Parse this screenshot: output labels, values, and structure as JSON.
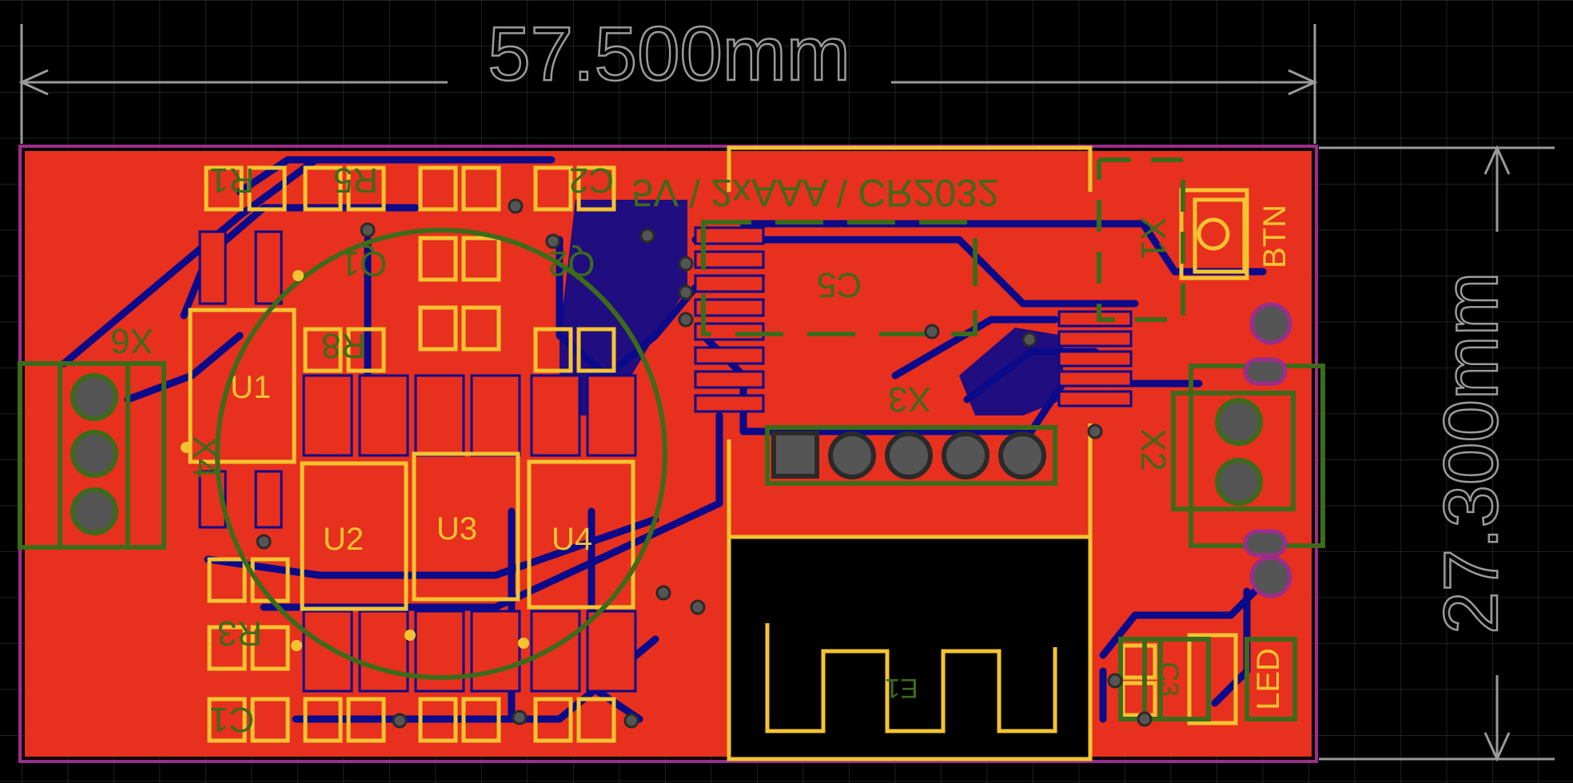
{
  "board": {
    "width_dim": "57.500mm",
    "height_dim": "27.300mm",
    "colors": {
      "background": "#000000",
      "grid": "#2b2b2b",
      "dimension": "#9a9a9a",
      "copper": "#e8301e",
      "trace_bottom": "#0a0a8a",
      "silk": "#f4c430",
      "silk_bottom": "#3d6b1a",
      "pad_hole": "#555555",
      "outline": "#9b2d8c"
    }
  },
  "silk_top": {
    "u1": "U1",
    "u2": "U2",
    "u3": "U3",
    "u4": "U4",
    "btn": "BTN",
    "led": "LED"
  },
  "silk_bottom": {
    "power_text": "5V \\ 2xAAA \\ CR2032",
    "c5": "C5",
    "x3": "X3",
    "x2": "X2",
    "x1": "X1",
    "x4": "X4",
    "q1": "Q1",
    "q2": "Q2",
    "r3": "R3",
    "r8": "R8",
    "c2": "C2",
    "c1": "C1",
    "r5": "R5",
    "r1": "R1",
    "e1": "E1",
    "c3": "C3",
    "x6": "X6"
  }
}
